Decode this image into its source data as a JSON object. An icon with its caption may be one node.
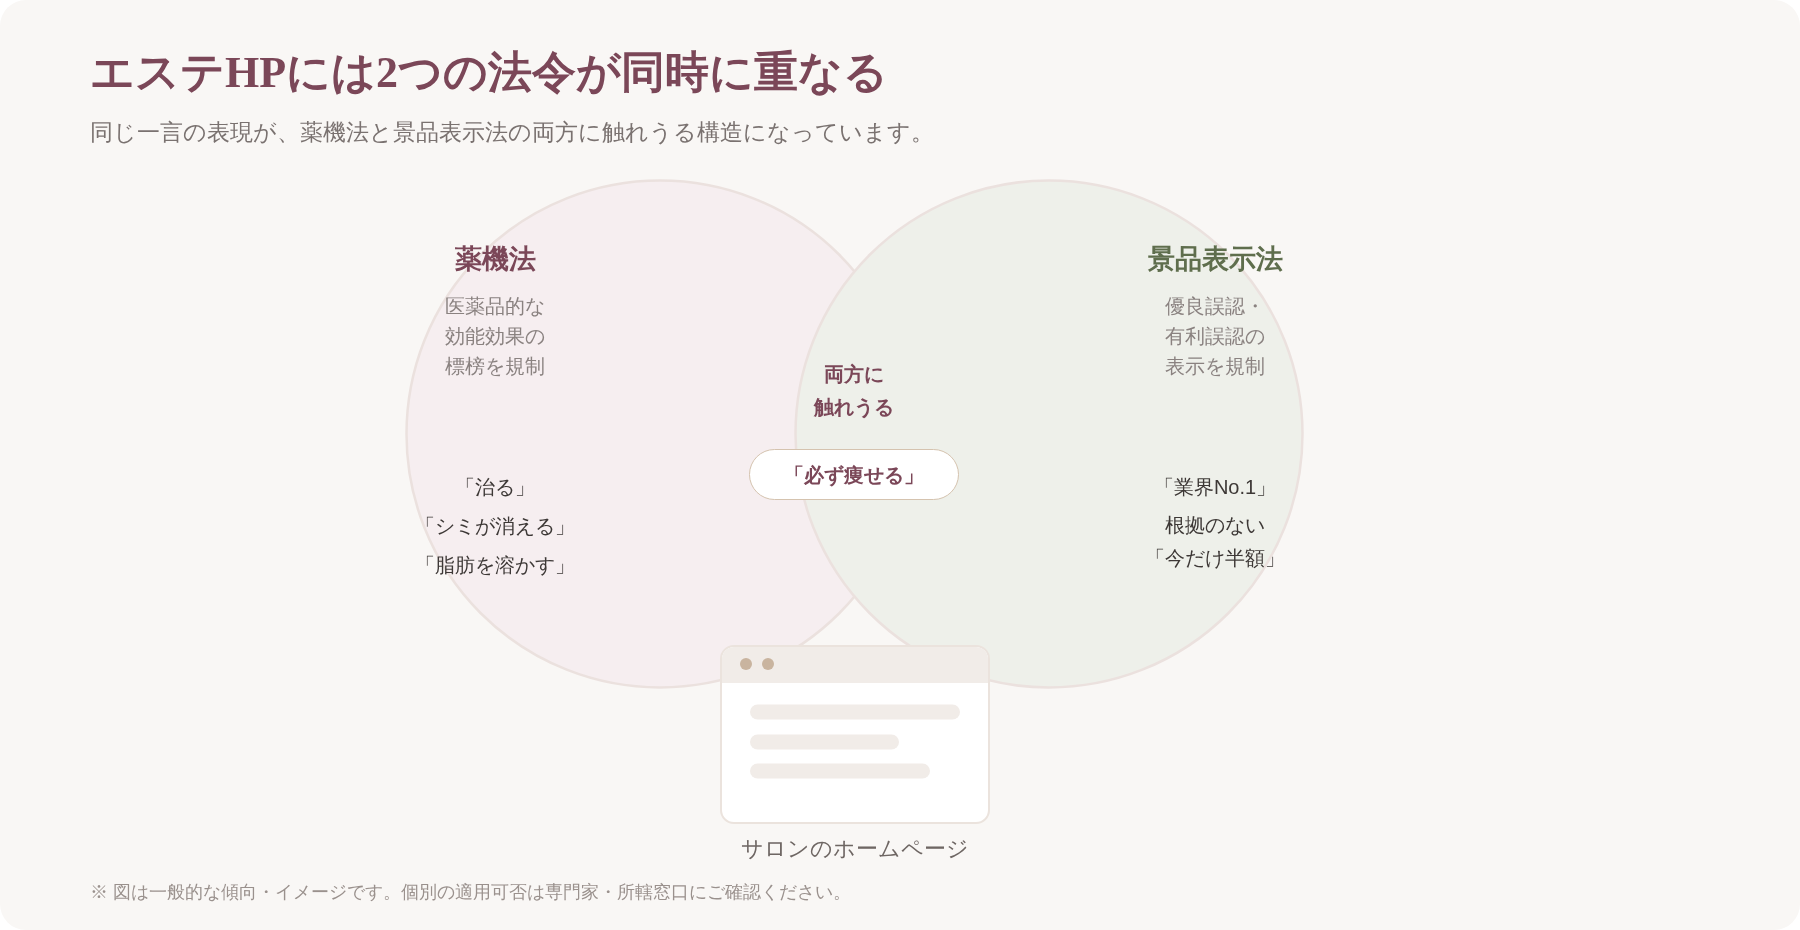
{
  "diagram": {
    "title": "エステHPには2つの法令が同時に重なる",
    "caption": "※ 図は一般的な傾向・イメージです。個別の適用可否は専門家・所轄窓口にご確認ください。",
    "nodes": [
      {
        "text": [
          "薬機法",
          "医薬品的な効能効果の標榜を規制",
          "「治る」",
          "「シミが消える」",
          "「脂肪を溶かす」"
        ]
      },
      {
        "text": [
          "景品表示法",
          "優良誤認・有利誤認の表示を規制",
          "「業界No.1」",
          "根拠のない「今だけ半額」"
        ]
      },
      {
        "text": [
          "「必ず痩せる」"
        ]
      },
      {
        "text": [],
        "shape": "picture",
        "beside": [
          "サロンのホームページ"
        ]
      }
    ],
    "labels": [
      "同じ一言の表現が、薬機法と景品表示法の両方に触れうる構造になっています。",
      "両方に触れうる"
    ]
  }
}
